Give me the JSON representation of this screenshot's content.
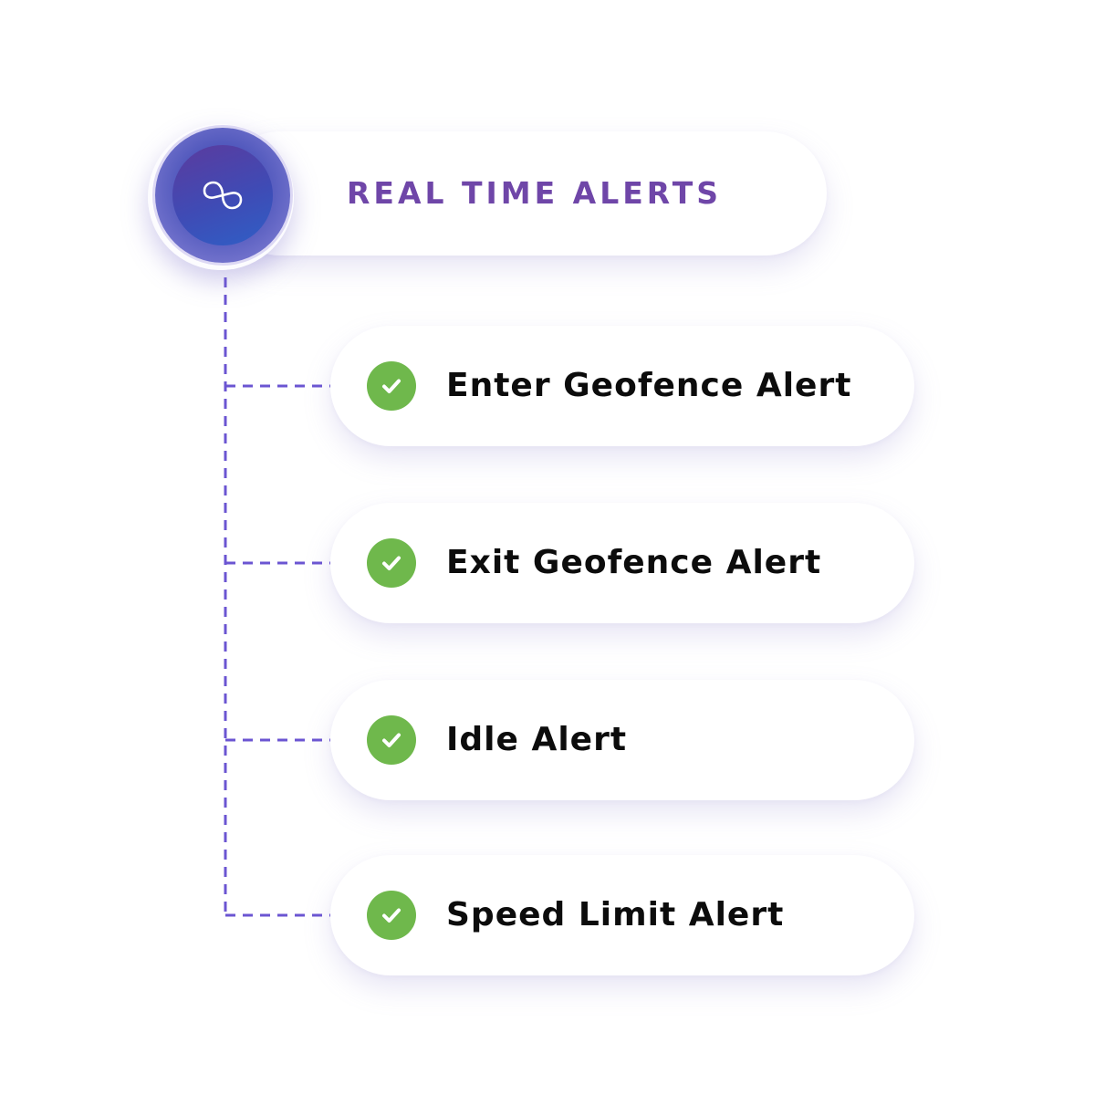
{
  "header": {
    "title": "REAL TIME ALERTS",
    "icon": "infinity-loop-icon"
  },
  "items": [
    {
      "label": "Enter Geofence Alert",
      "icon": "check-circle-icon"
    },
    {
      "label": "Exit Geofence Alert",
      "icon": "check-circle-icon"
    },
    {
      "label": "Idle Alert",
      "icon": "check-circle-icon"
    },
    {
      "label": "Speed Limit Alert",
      "icon": "check-circle-icon"
    }
  ],
  "colors": {
    "title": "#6f46a8",
    "connector": "#6b55d2",
    "check": "#6fb84c",
    "logo": "#3f4bb5",
    "label": "#0c0c0c"
  }
}
